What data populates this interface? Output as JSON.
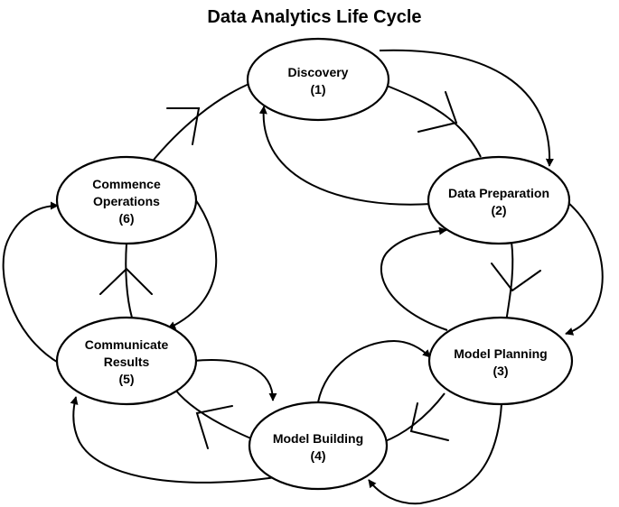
{
  "title": "Data Analytics Life Cycle",
  "colors": {
    "stroke": "#000000",
    "fill": "#ffffff",
    "text": "#000000"
  },
  "nodes": [
    {
      "id": "discovery",
      "name": "Discovery",
      "number": "(1)"
    },
    {
      "id": "data-preparation",
      "name": "Data Preparation",
      "number": "(2)"
    },
    {
      "id": "model-planning",
      "name": "Model Planning",
      "number": "(3)"
    },
    {
      "id": "model-building",
      "name": "Model Building",
      "number": "(4)"
    },
    {
      "id": "communicate-results",
      "name_line1": "Communicate",
      "name_line2": "Results",
      "number": "(5)"
    },
    {
      "id": "commence-operations",
      "name_line1": "Commence",
      "name_line2": "Operations",
      "number": "(6)"
    }
  ]
}
